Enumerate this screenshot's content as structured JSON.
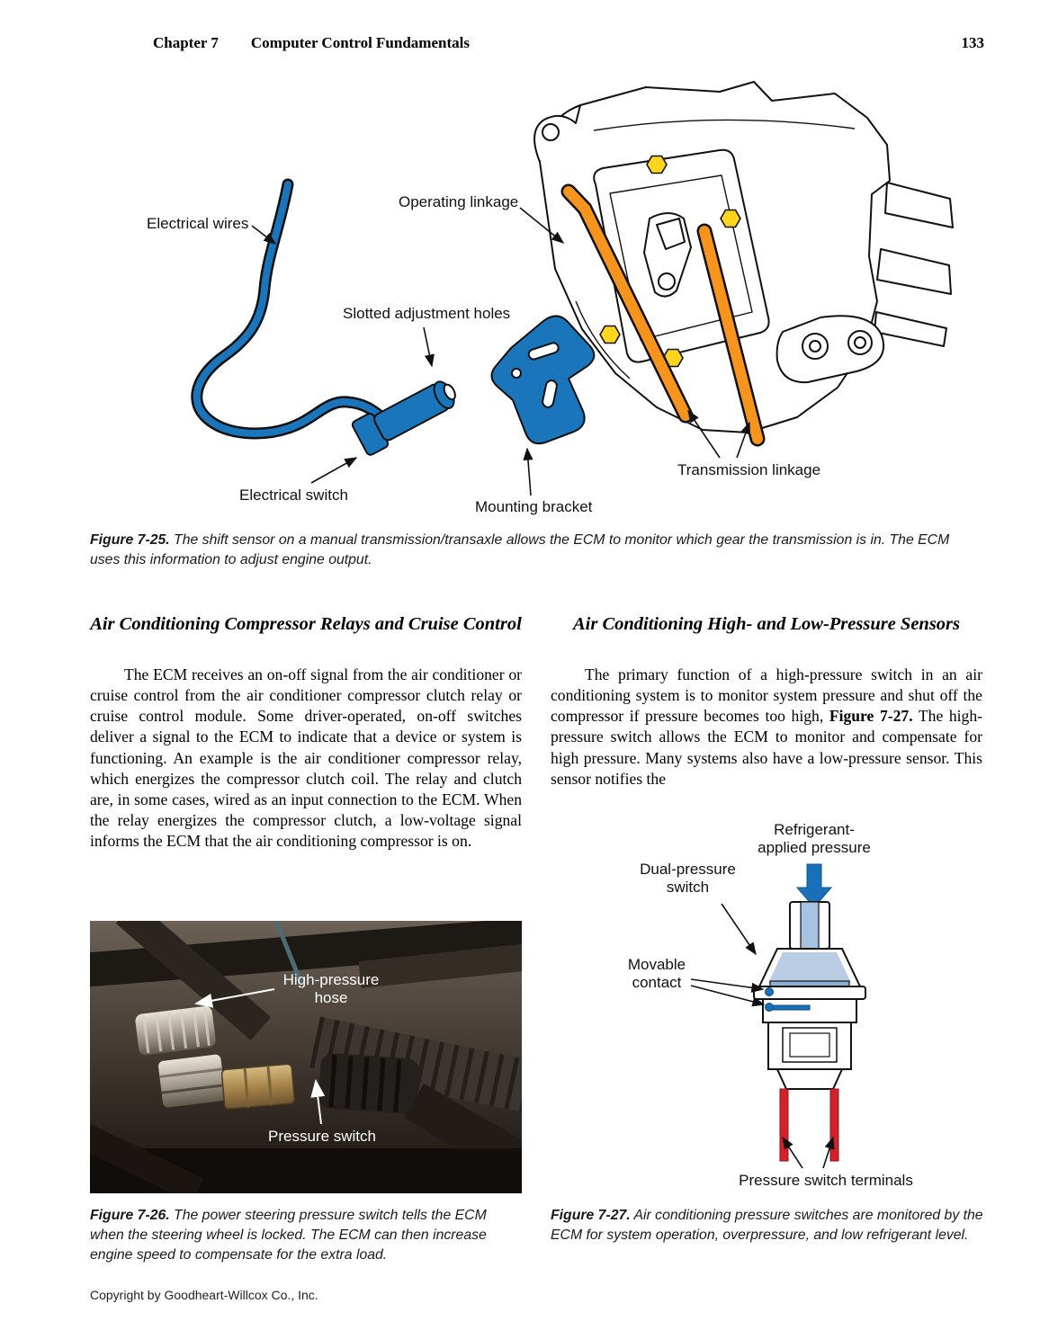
{
  "header": {
    "chapter": "Chapter 7",
    "section_title": "Computer Control Fundamentals",
    "page_number": "133"
  },
  "figure_7_25": {
    "labels": {
      "electrical_wires": "Electrical wires",
      "operating_linkage": "Operating linkage",
      "slotted_adjustment_holes": "Slotted adjustment holes",
      "electrical_switch": "Electrical switch",
      "mounting_bracket": "Mounting bracket",
      "transmission_linkage": "Transmission linkage"
    },
    "caption_label": "Figure 7-25.",
    "caption_text": " The shift sensor on a manual transmission/transaxle allows the ECM to monitor which gear the transmission is in. The ECM uses this information to adjust engine output."
  },
  "article": {
    "left": {
      "heading": "Air Conditioning Compressor Relays and Cruise Control",
      "body": "The ECM receives an on-off signal from the air conditioner or cruise control from the air conditioner compressor clutch relay or cruise control module. Some driver-operated, on-off switches deliver a signal to the ECM to indicate that a device or system is functioning. An example is the air conditioner compressor relay, which energizes the compressor clutch coil. The relay and clutch are, in some cases, wired as an input connection to the ECM. When the relay energizes the compressor clutch, a low-voltage signal informs the ECM that the air conditioning compressor is on."
    },
    "right": {
      "heading": "Air Conditioning High- and Low-Pressure Sensors",
      "body_pre": "The primary function of a high-pressure switch in an air conditioning system is to monitor system pressure and shut off the compressor if pressure becomes too high, ",
      "body_figref": "Figure 7-27.",
      "body_post": " The high-pressure switch allows the ECM to monitor and compensate for high pressure. Many systems also have a low-pressure sensor. This sensor notifies the"
    }
  },
  "figure_7_26": {
    "labels": {
      "high_pressure_hose": "High-pressure hose",
      "pressure_switch": "Pressure switch"
    },
    "caption_label": "Figure 7-26.",
    "caption_text": " The power steering pressure switch tells the ECM when the steering wheel is locked. The ECM can then increase engine speed to compensate for the extra load."
  },
  "figure_7_27": {
    "labels": {
      "refrigerant_applied_pressure": "Refrigerant-applied pressure",
      "dual_pressure_switch": "Dual-pressure switch",
      "movable_contact": "Movable contact",
      "pressure_switch_terminals": "Pressure switch terminals"
    },
    "caption_label": "Figure 7-27.",
    "caption_text": " Air conditioning pressure switches are monitored by the ECM for system operation, overpressure, and low refrigerant level."
  },
  "footer": {
    "copyright": "Copyright by Goodheart-Willcox Co., Inc."
  },
  "colors": {
    "wire_blue": "#1b75bb",
    "linkage_orange": "#f7941d",
    "bolt_yellow": "#ffd520",
    "terminal_red": "#d42027",
    "diaphragm_blue": "#b8cce4"
  }
}
